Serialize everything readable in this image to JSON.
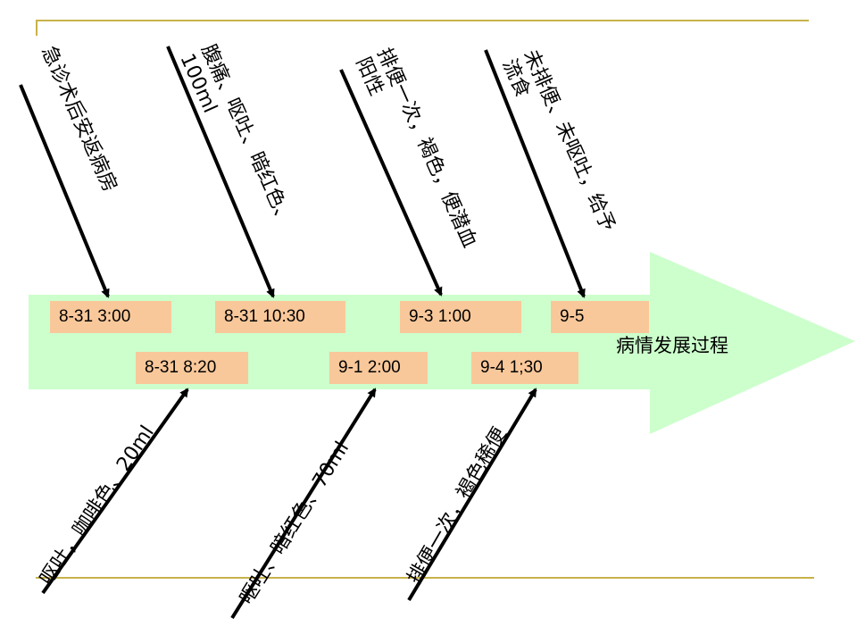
{
  "axis_label": "病情发展过程",
  "colors": {
    "arrow_fill": "#ccffcc",
    "box_fill": "#f9c89a",
    "rule": "#c8b24a",
    "line": "#000000"
  },
  "time_boxes": [
    {
      "id": "t1",
      "label": "8-31 3:00"
    },
    {
      "id": "t2",
      "label": "8-31 8:20"
    },
    {
      "id": "t3",
      "label": "8-31 10:30"
    },
    {
      "id": "t4",
      "label": "9-1 2:00"
    },
    {
      "id": "t5",
      "label": "9-3 1:00"
    },
    {
      "id": "t6",
      "label": "9-4 1;30"
    },
    {
      "id": "t7",
      "label": "9-5"
    }
  ],
  "notes_top": [
    {
      "lines": [
        "急诊术后安返病房"
      ]
    },
    {
      "lines": [
        "腹痛、呕吐、暗红色、",
        "100ml"
      ]
    },
    {
      "lines": [
        "排便一次，褐色，便潜血",
        "阳性"
      ]
    },
    {
      "lines": [
        "未排便、未呕吐，给予",
        "流食"
      ]
    }
  ],
  "notes_bottom": [
    {
      "lines": [
        "呕吐，咖啡色、20ml"
      ]
    },
    {
      "lines": [
        "呕吐、暗红色、70ml"
      ]
    },
    {
      "lines": [
        "排便一次，褐色稀便"
      ]
    }
  ]
}
